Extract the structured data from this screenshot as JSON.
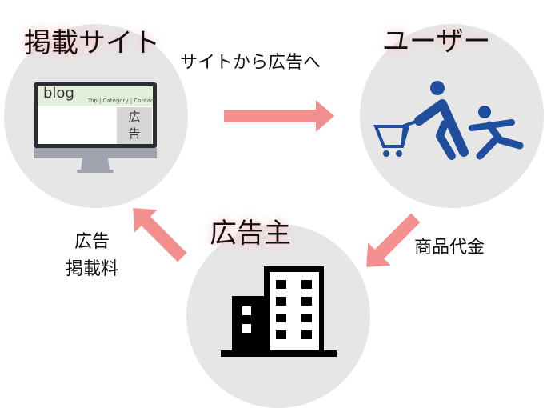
{
  "nodes": {
    "site": {
      "title": "掲載サイト",
      "blog": "blog",
      "nav": "Top | Category | Contact",
      "ad_line1": "広",
      "ad_line2": "告"
    },
    "user": {
      "title": "ユーザー"
    },
    "advertiser": {
      "title": "広告主"
    }
  },
  "edges": {
    "site_to_user": "サイトから広告へ",
    "user_to_advertiser": "商品代金",
    "advertiser_to_site_line1": "広告",
    "advertiser_to_site_line2": "掲載料"
  },
  "colors": {
    "circle": "#e6e6e6",
    "arrow": "#f28f8f",
    "icon_blue": "#1f4e9c",
    "building": "#000000"
  }
}
